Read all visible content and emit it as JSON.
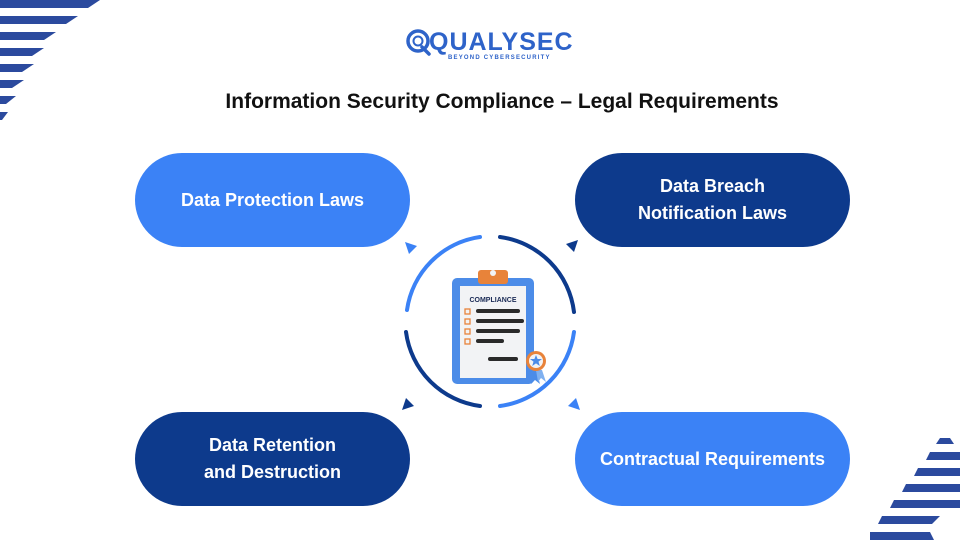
{
  "logo": {
    "name": "QUALYSEC",
    "tagline": "BEYOND CYBERSECURITY"
  },
  "title": "Information Security Compliance – Legal Requirements",
  "center": {
    "icon": "compliance-clipboard-icon",
    "label": "COMPLIANCE"
  },
  "requirements": [
    {
      "lines": [
        "Data Protection Laws"
      ]
    },
    {
      "lines": [
        "Data Breach",
        "Notification Laws"
      ]
    },
    {
      "lines": [
        "Data Retention",
        "and Destruction"
      ]
    },
    {
      "lines": [
        "Contractual Requirements"
      ]
    }
  ],
  "colors": {
    "light_blue": "#3b82f6",
    "dark_blue": "#0d3a8c",
    "accent_orange": "#e8833a"
  }
}
